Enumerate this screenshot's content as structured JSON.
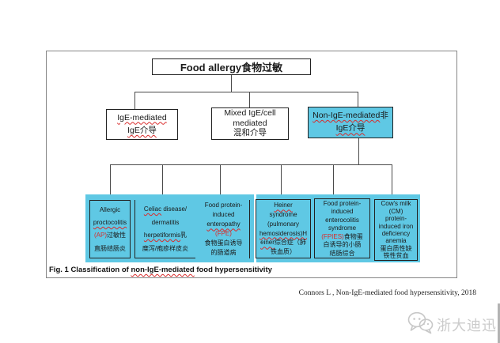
{
  "colors": {
    "cyan": "#5FC8E4",
    "red": "#D92B2B",
    "line": "#4a4a4a",
    "boxborder": "#222222",
    "frame": "#858585",
    "wm": "#cbcbcb"
  },
  "diagram": {
    "root": {
      "label": "Food allergy食物过敏"
    },
    "level2": [
      {
        "name": "ige-mediated",
        "lines": [
          [
            {
              "t": "IgE-mediated",
              "wavy": true
            }
          ],
          [
            {
              "t": "IgE介导",
              "wavy": true
            }
          ]
        ]
      },
      {
        "name": "mixed-ige-cell-mediated",
        "lines": [
          [
            {
              "t": "Mixed IgE/cell"
            }
          ],
          [
            {
              "t": "mediated"
            }
          ],
          [
            {
              "t": "混和介导"
            }
          ]
        ]
      },
      {
        "name": "non-ige-mediated",
        "lines": [
          [
            {
              "t": "Non-IgE-mediated",
              "wavy": true
            },
            {
              "t": "非"
            }
          ],
          [
            {
              "t": "IgE介导",
              "wavy": true
            }
          ]
        ]
      }
    ],
    "leaves": [
      {
        "name": "allergic-proctocolitis",
        "lines": [
          [
            {
              "t": "Allergic"
            }
          ],
          [
            {
              "t": "proctocolitis",
              "wavy": true
            }
          ],
          [
            {
              "t": "(AP)",
              "red": true
            },
            {
              "t": "过敏性"
            }
          ],
          [
            {
              "t": "直肠结肠炎"
            }
          ]
        ]
      },
      {
        "name": "celiac-dermatitis-herpetiformis",
        "lines": [
          [
            {
              "t": "Celiac",
              "wavy": true
            },
            {
              "t": " disease/"
            }
          ],
          [
            {
              "t": "dermatitis"
            }
          ],
          [
            {
              "t": "herpetiformis",
              "wavy": true
            },
            {
              "t": "乳"
            }
          ],
          [
            {
              "t": "糜泻/疱疹样皮炎"
            }
          ]
        ]
      },
      {
        "name": "food-protein-induced-enteropathy",
        "lines": [
          [
            {
              "t": "Food protein-"
            }
          ],
          [
            {
              "t": "induced"
            }
          ],
          [
            {
              "t": "enteropathy",
              "wavy": true
            }
          ],
          [
            {
              "t": "(FPE)",
              "red": true
            }
          ],
          [
            {
              "t": "食物蛋白诱导"
            }
          ],
          [
            {
              "t": "的肠道病"
            }
          ]
        ]
      },
      {
        "name": "heiner-syndrome",
        "lines": [
          [
            {
              "t": "Heiner",
              "wavy": true
            }
          ],
          [
            {
              "t": "syndrome"
            }
          ],
          [
            {
              "t": "(pulmonary"
            }
          ],
          [
            {
              "t": "hemosiderosis)H",
              "wavy": true
            }
          ],
          [
            {
              "t": "einer",
              "wavy": true
            },
            {
              "t": "综合症（肺"
            }
          ],
          [
            {
              "t": "铁血质）"
            }
          ]
        ]
      },
      {
        "name": "fpies",
        "lines": [
          [
            {
              "t": "Food protein-"
            }
          ],
          [
            {
              "t": "induced"
            }
          ],
          [
            {
              "t": "enterocolitis"
            }
          ],
          [
            {
              "t": "syndrome"
            }
          ],
          [
            {
              "t": "(FPIES)",
              "red": true
            },
            {
              "t": "食物蛋"
            }
          ],
          [
            {
              "t": "白诱导的小肠"
            }
          ],
          [
            {
              "t": "结肠综合"
            }
          ]
        ]
      },
      {
        "name": "cows-milk-anemia",
        "lines": [
          [
            {
              "t": "Cow's milk"
            }
          ],
          [
            {
              "t": "(CM)"
            }
          ],
          [
            {
              "t": "protein-"
            }
          ],
          [
            {
              "t": "induced iron"
            }
          ],
          [
            {
              "t": "deficiency"
            }
          ],
          [
            {
              "t": "anemia"
            }
          ],
          [
            {
              "t": "蛋白质性缺"
            }
          ],
          [
            {
              "t": "铁性贫血"
            }
          ]
        ]
      }
    ]
  },
  "caption": {
    "lines": [
      [
        {
          "t": "Fig. 1 Classification of "
        },
        {
          "t": "non-IgE-mediated",
          "wavy": true
        },
        {
          "t": " food hypersensitivity"
        }
      ]
    ]
  },
  "citation": {
    "text": "Connors L , Non-IgE-mediated food hypersensitivity, 2018"
  },
  "watermark": {
    "text": "浙大迪迅",
    "icon": "wechat-chat-bubbles-icon"
  }
}
